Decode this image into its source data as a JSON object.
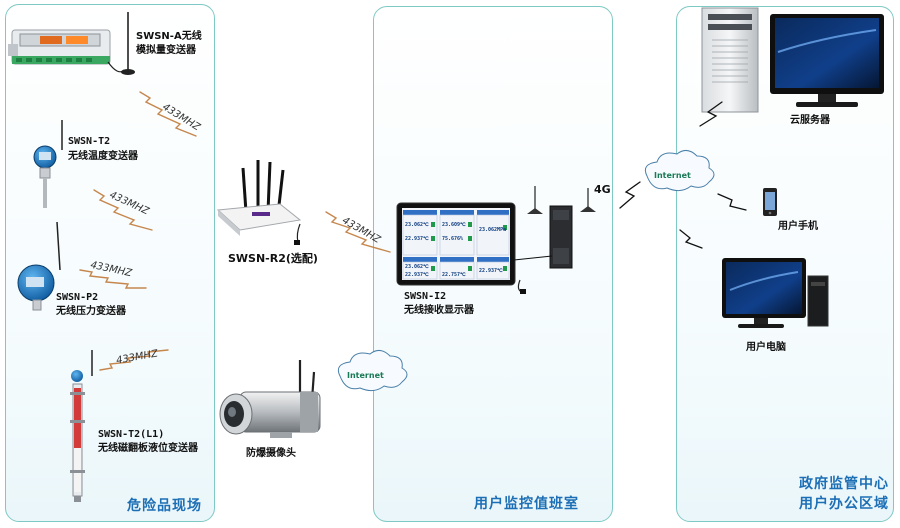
{
  "zones": {
    "site": "危险品现场",
    "room": "用户监控值班室",
    "gov_line1": "政府监管中心",
    "gov_line2": "用户办公区域"
  },
  "devices": {
    "a_line1": "SWSN-A无线",
    "a_line2": "模拟量变送器",
    "t2_line1": "SWSN-T2",
    "t2_line2": "无线温度变送器",
    "p2_line1": "SWSN-P2",
    "p2_line2": "无线压力变送器",
    "l1_line1": "SWSN-T2(L1)",
    "l1_line2": "无线磁翻板液位变送器",
    "router": "SWSN-R2(选配)",
    "camera": "防爆摄像头",
    "display_line1": "SWSN-I2",
    "display_line2": "无线接收显示器",
    "server": "云服务器",
    "phone": "用户手机",
    "pc": "用户电脑"
  },
  "links": {
    "freq": "433MHZ",
    "internet": "Internet",
    "cellular": "4G"
  },
  "screen_values": [
    "23.062℃",
    "23.609℃",
    "23.062MPa",
    "22.937℃",
    "75.676%",
    "23.062℃",
    "22.937℃",
    "22.757℃",
    "22.937℃"
  ],
  "colors": {
    "zone_border": "#7fc9c4",
    "zone_title": "#1d6fb5",
    "wave": "#c07a3a"
  }
}
